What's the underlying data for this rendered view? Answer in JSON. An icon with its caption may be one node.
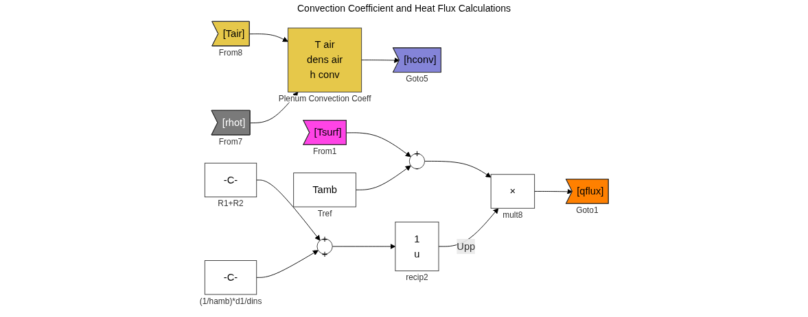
{
  "diagram": {
    "title": "Convection Coefficient and Heat Flux Calculations",
    "nodes": [
      {
        "text": [
          "[Tair]"
        ],
        "beside": [
          "From8"
        ]
      },
      {
        "text": [
          "[rhot]"
        ],
        "beside": [
          "From7"
        ]
      },
      {
        "text": [
          "T air",
          "dens air",
          "h conv"
        ],
        "beside": [
          "Plenum Convection Coeff"
        ]
      },
      {
        "text": [
          "[hconv]"
        ],
        "beside": [
          "Goto5"
        ]
      },
      {
        "text": [
          "[Tsurf]"
        ],
        "beside": [
          "From1"
        ]
      },
      {
        "text": [
          "+",
          "-"
        ]
      },
      {
        "text": [
          "Tamb"
        ],
        "beside": [
          "Tref"
        ]
      },
      {
        "text": [
          "-C-"
        ],
        "beside": [
          "R1+R2"
        ]
      },
      {
        "text": [
          "+",
          "+"
        ]
      },
      {
        "text": [
          "-C-"
        ],
        "beside": [
          "(1/hamb)*d1/dins"
        ]
      },
      {
        "text": [
          "1",
          "u"
        ],
        "beside": [
          "recip2"
        ]
      },
      {
        "text": [
          "×"
        ],
        "beside": [
          "mult8"
        ]
      },
      {
        "text": [
          "[qflux]"
        ],
        "beside": [
          "Goto1"
        ]
      }
    ],
    "edges": [
      {
        "from": 0,
        "to": 2,
        "arrow": "to"
      },
      {
        "from": 1,
        "to": 2,
        "arrow": "to"
      },
      {
        "from": 2,
        "to": 3,
        "arrow": "to"
      },
      {
        "from": 4,
        "to": 5,
        "arrow": "to"
      },
      {
        "from": 6,
        "to": 5,
        "arrow": "to"
      },
      {
        "from": 7,
        "to": 8,
        "arrow": "to"
      },
      {
        "from": 9,
        "to": 8,
        "arrow": "to"
      },
      {
        "from": 8,
        "to": 10,
        "arrow": "to"
      },
      {
        "from": 5,
        "to": 11,
        "arrow": "to"
      },
      {
        "from": 10,
        "to": 11,
        "arrow": "to",
        "label": "Upp"
      },
      {
        "from": 11,
        "to": 12,
        "arrow": "to"
      }
    ]
  }
}
